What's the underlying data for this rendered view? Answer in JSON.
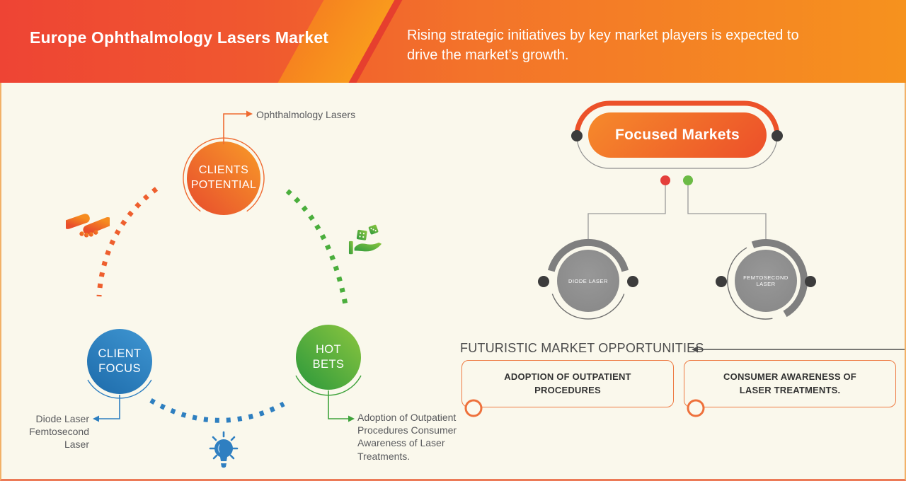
{
  "banner": {
    "title": "Europe Ophthalmology Lasers Market",
    "subtitle": "Rising strategic initiatives by key market players is expected to\ndrive the market’s growth."
  },
  "left_diagram": {
    "clients_potential_label": "CLIENTS\nPOTENTIAL",
    "clients_potential_note": "Ophthalmology Lasers",
    "client_focus_label": "CLIENT\nFOCUS",
    "client_focus_note": "Diode Laser\nFemtosecond\nLaser",
    "hot_bets_label": "HOT\nBETS",
    "hot_bets_note": "Adoption of Outpatient\nProcedures Consumer\nAwareness of Laser\nTreatments.",
    "icons": [
      "handshake-icon",
      "dice-hand-icon",
      "lightbulb-icon"
    ]
  },
  "right_diagram": {
    "focused_markets_label": "Focused Markets",
    "nodes": [
      {
        "label": "DIODE LASER"
      },
      {
        "label": "FEMTOSECOND LASER"
      }
    ],
    "opportunities": {
      "heading": "FUTURISTIC MARKET OPPORTUNITIES",
      "boxes": [
        {
          "label": "ADOPTION OF OUTPATIENT\nPROCEDURES"
        },
        {
          "label": "CONSUMER AWARENESS OF\nLASER TREATMENTS."
        }
      ]
    }
  },
  "colors": {
    "banner_left": "#ee4434",
    "banner_right": "#f6921e",
    "cream_background": "#faf8ec",
    "orange_accent": "#ee5a2b",
    "blue_accent": "#2e7fc0",
    "green_accent": "#4aae3c",
    "gray_node": "#8d8d8d",
    "red_dot": "#e43f3b",
    "green_dot": "#6cbb45",
    "box_border": "#ee7a42",
    "text_gray": "#5a5b5e"
  }
}
